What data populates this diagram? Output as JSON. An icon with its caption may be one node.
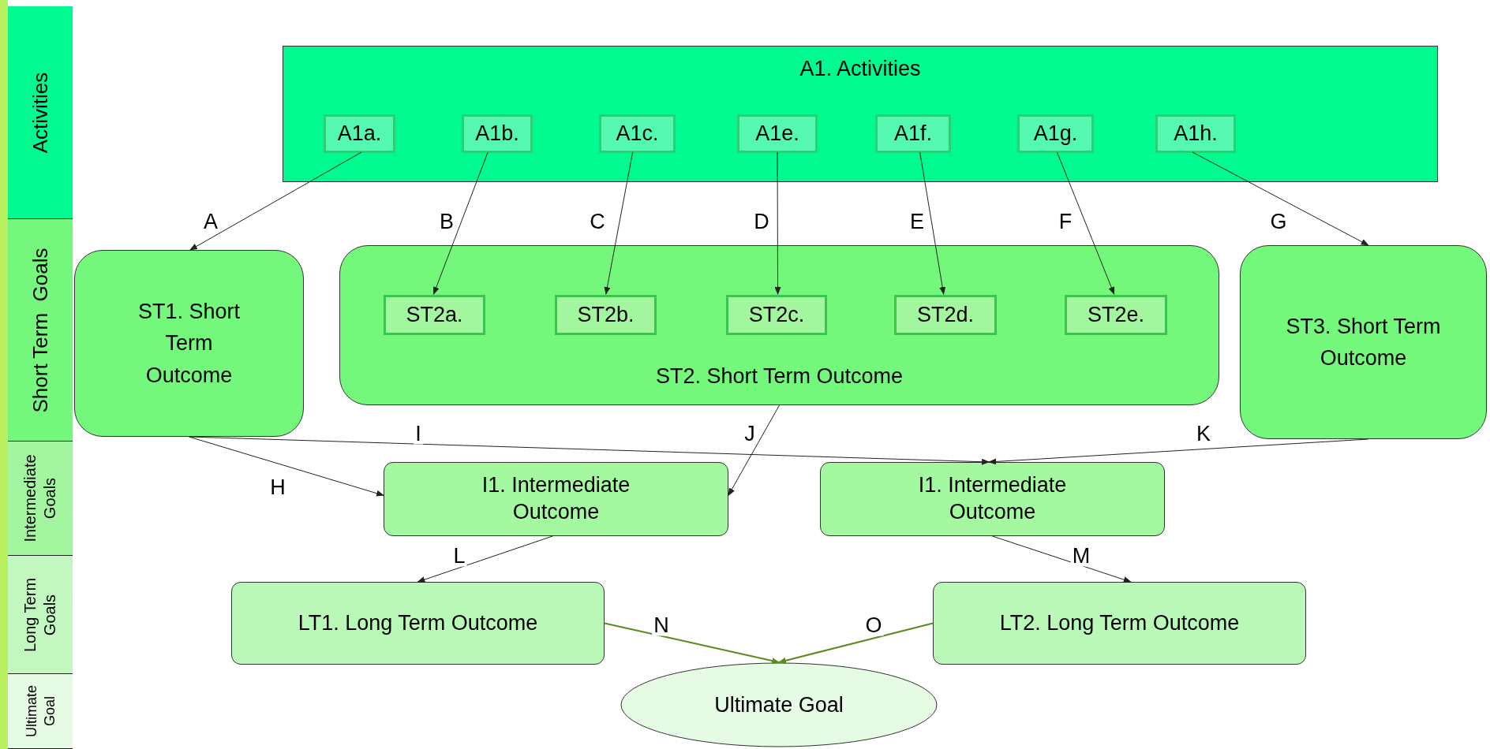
{
  "diagram": {
    "nodes": [
      {
        "text": [
          "Activities"
        ]
      },
      {
        "text": [
          "Short Term  Goals"
        ]
      },
      {
        "text": [
          "Intermediate Goals"
        ]
      },
      {
        "text": [
          "Long Term Goals"
        ]
      },
      {
        "text": [
          "Ultimate Goal"
        ]
      },
      {
        "text": [
          "A1. Activities"
        ]
      },
      {
        "text": [
          "A1a."
        ],
        "in": 5
      },
      {
        "text": [
          "A1b."
        ],
        "in": 5
      },
      {
        "text": [
          "A1c."
        ],
        "in": 5
      },
      {
        "text": [
          "A1e."
        ],
        "in": 5
      },
      {
        "text": [
          "A1f."
        ],
        "in": 5
      },
      {
        "text": [
          "A1g."
        ],
        "in": 5
      },
      {
        "text": [
          "A1h."
        ],
        "in": 5
      },
      {
        "text": [
          "ST1. Short Term Outcome"
        ]
      },
      {
        "text": [
          "ST2. Short Term Outcome"
        ]
      },
      {
        "text": [
          "ST2a."
        ],
        "in": 14
      },
      {
        "text": [
          "ST2b."
        ],
        "in": 14
      },
      {
        "text": [
          "ST2c."
        ],
        "in": 14
      },
      {
        "text": [
          "ST2d."
        ],
        "in": 14
      },
      {
        "text": [
          "ST2e."
        ],
        "in": 14
      },
      {
        "text": [
          "ST3. Short Term Outcome"
        ]
      },
      {
        "text": [
          "I1. Intermediate Outcome"
        ]
      },
      {
        "text": [
          "I1. Intermediate Outcome"
        ]
      },
      {
        "text": [
          "LT1. Long Term Outcome"
        ]
      },
      {
        "text": [
          "LT2. Long Term Outcome"
        ]
      },
      {
        "text": [
          "Ultimate Goal"
        ]
      }
    ],
    "edges": [
      {
        "from": 6,
        "to": 13,
        "arrow": "to",
        "label": "A"
      },
      {
        "from": 7,
        "to": 15,
        "arrow": "to",
        "label": "B"
      },
      {
        "from": 8,
        "to": 16,
        "arrow": "to",
        "label": "C"
      },
      {
        "from": 9,
        "to": 17,
        "arrow": "to",
        "label": "D"
      },
      {
        "from": 10,
        "to": 18,
        "arrow": "to",
        "label": "E"
      },
      {
        "from": 11,
        "to": 19,
        "arrow": "to",
        "label": "F"
      },
      {
        "from": 12,
        "to": 20,
        "arrow": "to",
        "label": "G"
      },
      {
        "from": 13,
        "to": 21,
        "arrow": "to",
        "label": "H"
      },
      {
        "from": 13,
        "to": 22,
        "arrow": "to",
        "label": "I"
      },
      {
        "from": 14,
        "to": 21,
        "arrow": "to",
        "label": "J"
      },
      {
        "from": 20,
        "to": 22,
        "arrow": "to",
        "label": "K"
      },
      {
        "from": 21,
        "to": 23,
        "arrow": "to",
        "label": "L"
      },
      {
        "from": 22,
        "to": 24,
        "arrow": "to",
        "label": "M"
      },
      {
        "from": 23,
        "to": 25,
        "arrow": "to",
        "label": "N",
        "color": "#5b8c1e"
      },
      {
        "from": 24,
        "to": 25,
        "arrow": "to",
        "label": "O",
        "color": "#5b8c1e"
      }
    ]
  }
}
